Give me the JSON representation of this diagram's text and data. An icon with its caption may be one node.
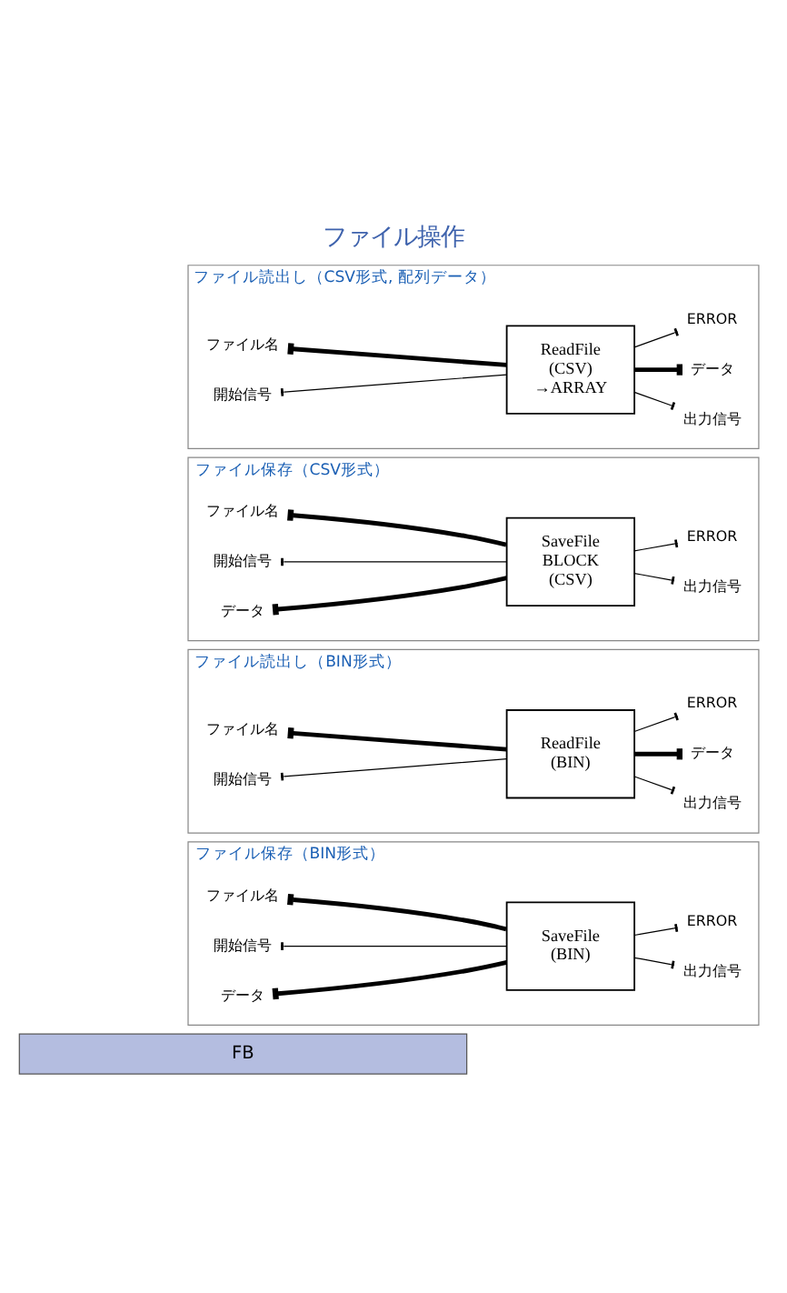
{
  "diagram": {
    "title": "ファイル操作",
    "nodes": [
      {
        "text": [
          "FB"
        ]
      },
      {
        "text": [
          "ファイル保存（BIN形式）"
        ]
      },
      {
        "text": [
          "SaveFile (BIN)"
        ],
        "in": 1
      },
      {
        "text": [
          "ファイル名"
        ],
        "in": 1
      },
      {
        "text": [
          "開始信号"
        ],
        "in": 1
      },
      {
        "text": [
          "データ"
        ],
        "in": 1
      },
      {
        "text": [
          "出力信号"
        ],
        "in": 1
      },
      {
        "text": [
          "ERROR"
        ],
        "in": 1
      },
      {
        "text": [
          "ファイル読出し（BIN形式）"
        ]
      },
      {
        "text": [
          "ReadFile (BIN)"
        ],
        "in": 8
      },
      {
        "text": [
          "ファイル名"
        ],
        "in": 8
      },
      {
        "text": [
          "開始信号"
        ],
        "in": 8
      },
      {
        "text": [
          "出力信号"
        ],
        "in": 8
      },
      {
        "text": [
          "データ"
        ],
        "in": 8
      },
      {
        "text": [
          "ERROR"
        ],
        "in": 8
      },
      {
        "text": [
          "ファイル保存（CSV形式）"
        ]
      },
      {
        "text": [
          "SaveFile BLOCK (CSV)"
        ],
        "in": 15
      },
      {
        "text": [
          "ファイル名"
        ],
        "in": 15
      },
      {
        "text": [
          "開始信号"
        ],
        "in": 15
      },
      {
        "text": [
          "データ"
        ],
        "in": 15
      },
      {
        "text": [
          "出力信号"
        ],
        "in": 15
      },
      {
        "text": [
          "ERROR"
        ],
        "in": 15
      },
      {
        "text": [
          "ファイル読出し（CSV形式, 配列データ）"
        ]
      },
      {
        "text": [
          "ReadFile (CSV) →ARRAY"
        ],
        "in": 22
      },
      {
        "text": [
          "ファイル名"
        ],
        "in": 22
      },
      {
        "text": [
          "開始信号"
        ],
        "in": 22
      },
      {
        "text": [
          "出力信号"
        ],
        "in": 22
      },
      {
        "text": [
          "データ"
        ],
        "in": 22
      },
      {
        "text": [
          "ERROR"
        ],
        "in": 22
      }
    ],
    "edges": [
      {
        "from": 3,
        "to": 2,
        "arrow": "other",
        "style": "thick"
      },
      {
        "from": 4,
        "to": 2,
        "arrow": "other"
      },
      {
        "from": 5,
        "to": 2,
        "arrow": "other",
        "style": "thick"
      },
      {
        "from": 2,
        "to": 6,
        "arrow": "other"
      },
      {
        "from": 2,
        "to": 7,
        "arrow": "other"
      },
      {
        "from": 10,
        "to": 9,
        "arrow": "other",
        "style": "thick"
      },
      {
        "from": 11,
        "to": 9,
        "arrow": "other"
      },
      {
        "from": 9,
        "to": 12,
        "arrow": "other"
      },
      {
        "from": 9,
        "to": 13,
        "arrow": "other",
        "style": "thick"
      },
      {
        "from": 9,
        "to": 14,
        "arrow": "other"
      },
      {
        "from": 17,
        "to": 16,
        "arrow": "other",
        "style": "thick"
      },
      {
        "from": 18,
        "to": 16,
        "arrow": "other"
      },
      {
        "from": 19,
        "to": 16,
        "arrow": "other",
        "style": "thick"
      },
      {
        "from": 16,
        "to": 20,
        "arrow": "other"
      },
      {
        "from": 16,
        "to": 21,
        "arrow": "other"
      },
      {
        "from": 24,
        "to": 23,
        "arrow": "other",
        "style": "thick"
      },
      {
        "from": 25,
        "to": 23,
        "arrow": "other"
      },
      {
        "from": 23,
        "to": 26,
        "arrow": "other"
      },
      {
        "from": 23,
        "to": 27,
        "arrow": "other",
        "style": "thick"
      },
      {
        "from": 23,
        "to": 28,
        "arrow": "other"
      }
    ]
  }
}
